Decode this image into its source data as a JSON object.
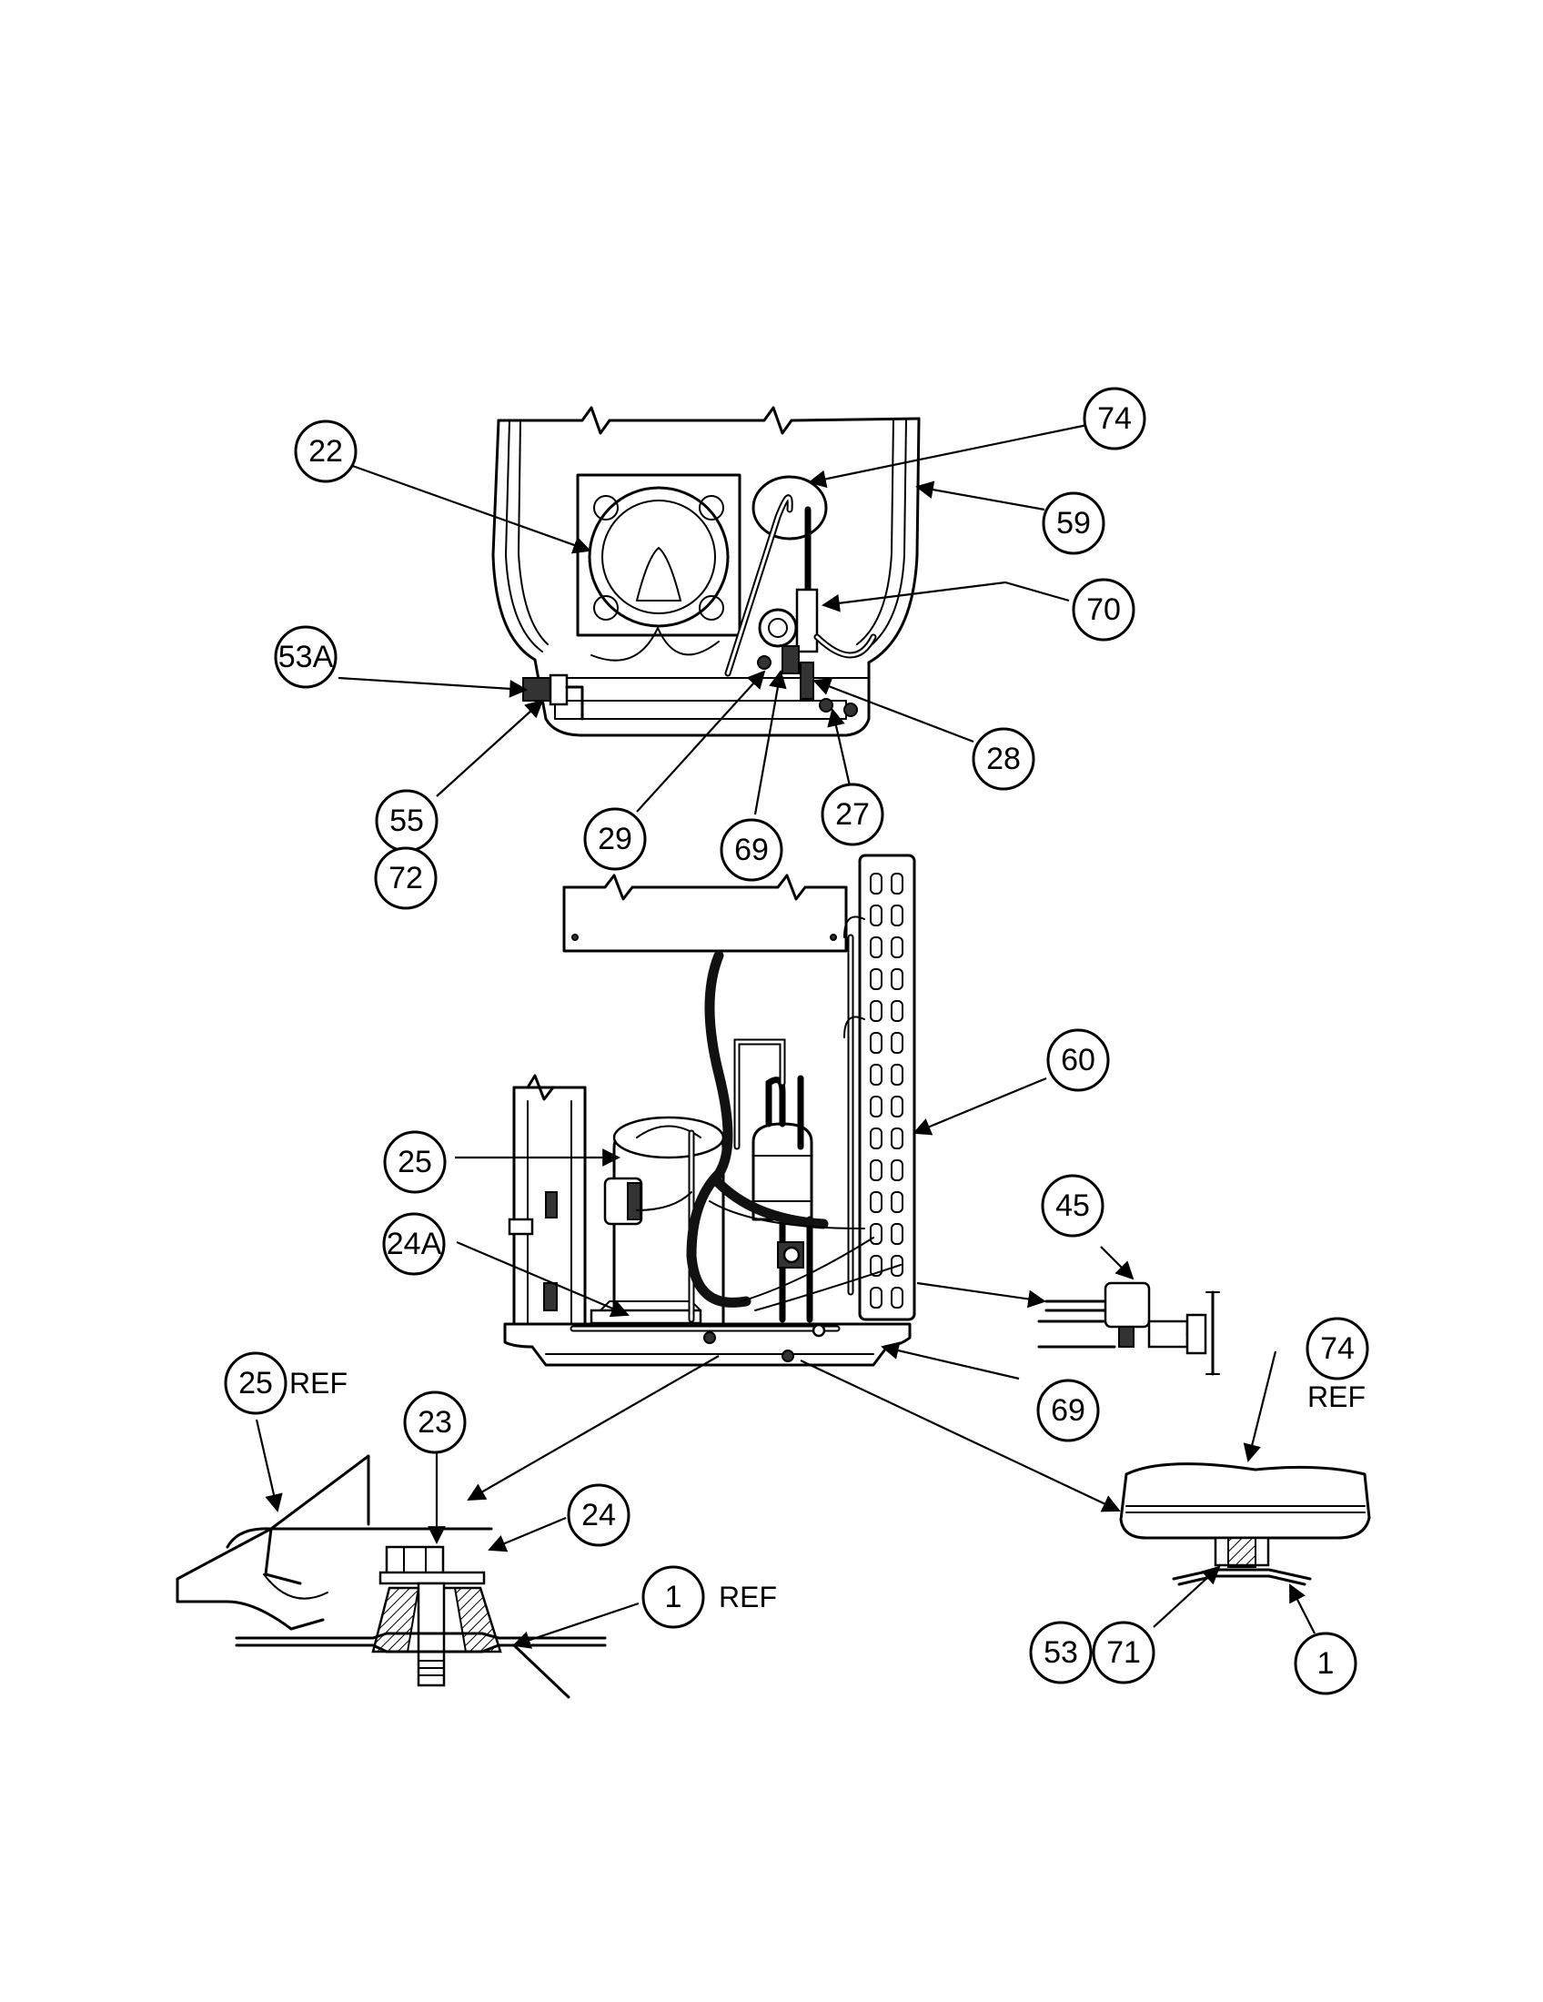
{
  "diagram": {
    "callouts": {
      "c22": "22",
      "c74_top": "74",
      "c59": "59",
      "c70": "70",
      "c53a": "53A",
      "c28": "28",
      "c55": "55",
      "c72": "72",
      "c29": "29",
      "c69_top": "69",
      "c27": "27",
      "c60": "60",
      "c25": "25",
      "c45": "45",
      "c24a": "24A",
      "c69_bottom": "69",
      "c74_detail": "74",
      "c25_detail": "25",
      "c23": "23",
      "c24": "24",
      "c1_left": "1",
      "c53": "53",
      "c71": "71",
      "c1_right": "1"
    },
    "refs": {
      "ref_25": "REF",
      "ref_74": "REF",
      "ref_1": "REF"
    }
  }
}
